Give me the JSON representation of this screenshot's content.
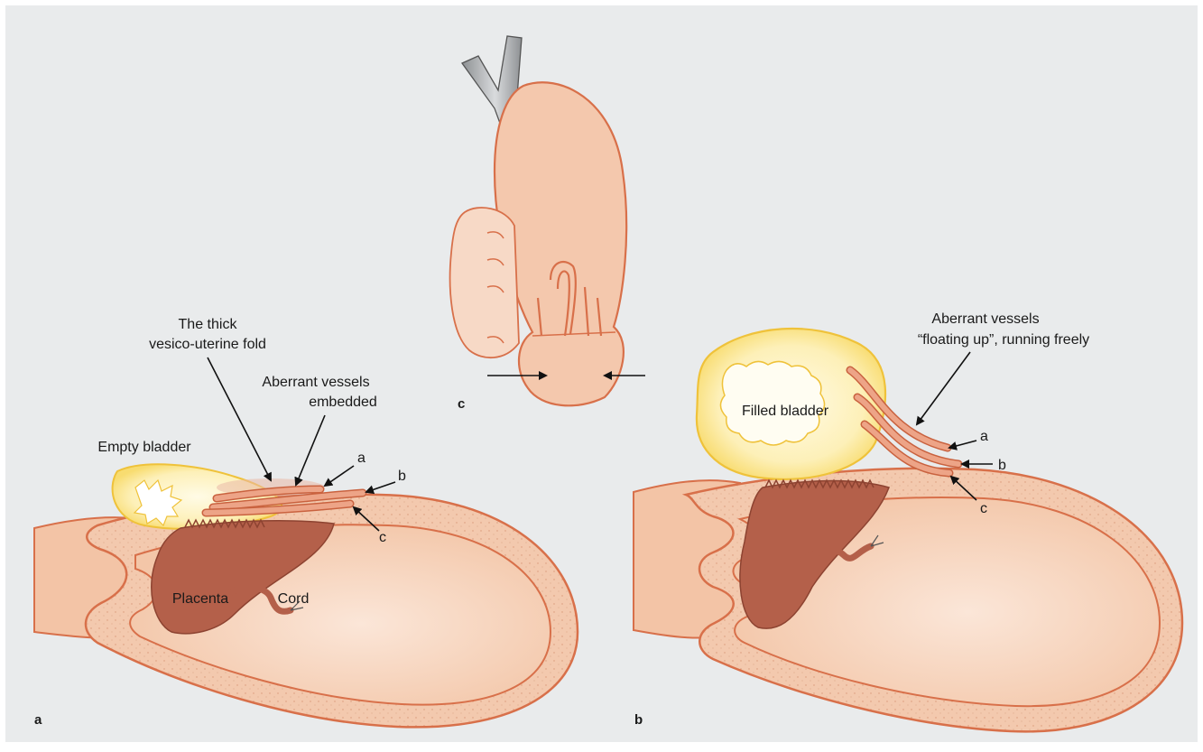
{
  "colors": {
    "background": "#e9ebec",
    "uterus_wall": "#f3cbb0",
    "uterus_inner": "#f6d6c0",
    "outline": "#d8704a",
    "bladder": "#fbe79a",
    "bladder_outline": "#efc23a",
    "placenta": "#b4604a",
    "vessel": "#e7987b"
  },
  "panel_a": {
    "tag": "a",
    "fold_label_line1": "The thick",
    "fold_label_line2": "vesico-uterine fold",
    "vessels_label_line1": "Aberrant vessels",
    "vessels_label_line2": "embedded",
    "bladder_label": "Empty bladder",
    "placenta_label": "Placenta",
    "cord_label": "Cord",
    "vessel_a": "a",
    "vessel_b": "b",
    "vessel_c": "c"
  },
  "panel_b": {
    "tag": "b",
    "vessels_label_line1": "Aberrant vessels",
    "vessels_label_line2": "“floating up”, running freely",
    "bladder_label": "Filled bladder",
    "vessel_a": "a",
    "vessel_b": "b",
    "vessel_c": "c"
  },
  "panel_c": {
    "tag": "c"
  }
}
